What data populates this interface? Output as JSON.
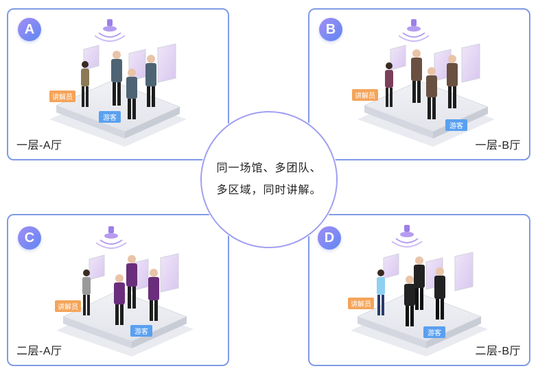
{
  "panels": [
    {
      "badge": "A",
      "label": "一层-A厅",
      "guide_tag": "讲解员",
      "visitor_tag": "游客"
    },
    {
      "badge": "B",
      "label": "一层-B厅",
      "guide_tag": "讲解员",
      "visitor_tag": "游客"
    },
    {
      "badge": "C",
      "label": "二层-A厅",
      "guide_tag": "讲解员",
      "visitor_tag": "游客"
    },
    {
      "badge": "D",
      "label": "二层-B厅",
      "guide_tag": "讲解员",
      "visitor_tag": "游客"
    }
  ],
  "center": {
    "line1": "同一场馆、多团队、",
    "line2": "多区域，同时讲解。"
  },
  "colors": {
    "panel_border": "#7f9ae6",
    "badge_gradient_start": "#a28ef5",
    "badge_gradient_end": "#5f86f2",
    "guide_tag": "#f4a45a",
    "visitor_tag": "#5aa0f0"
  }
}
